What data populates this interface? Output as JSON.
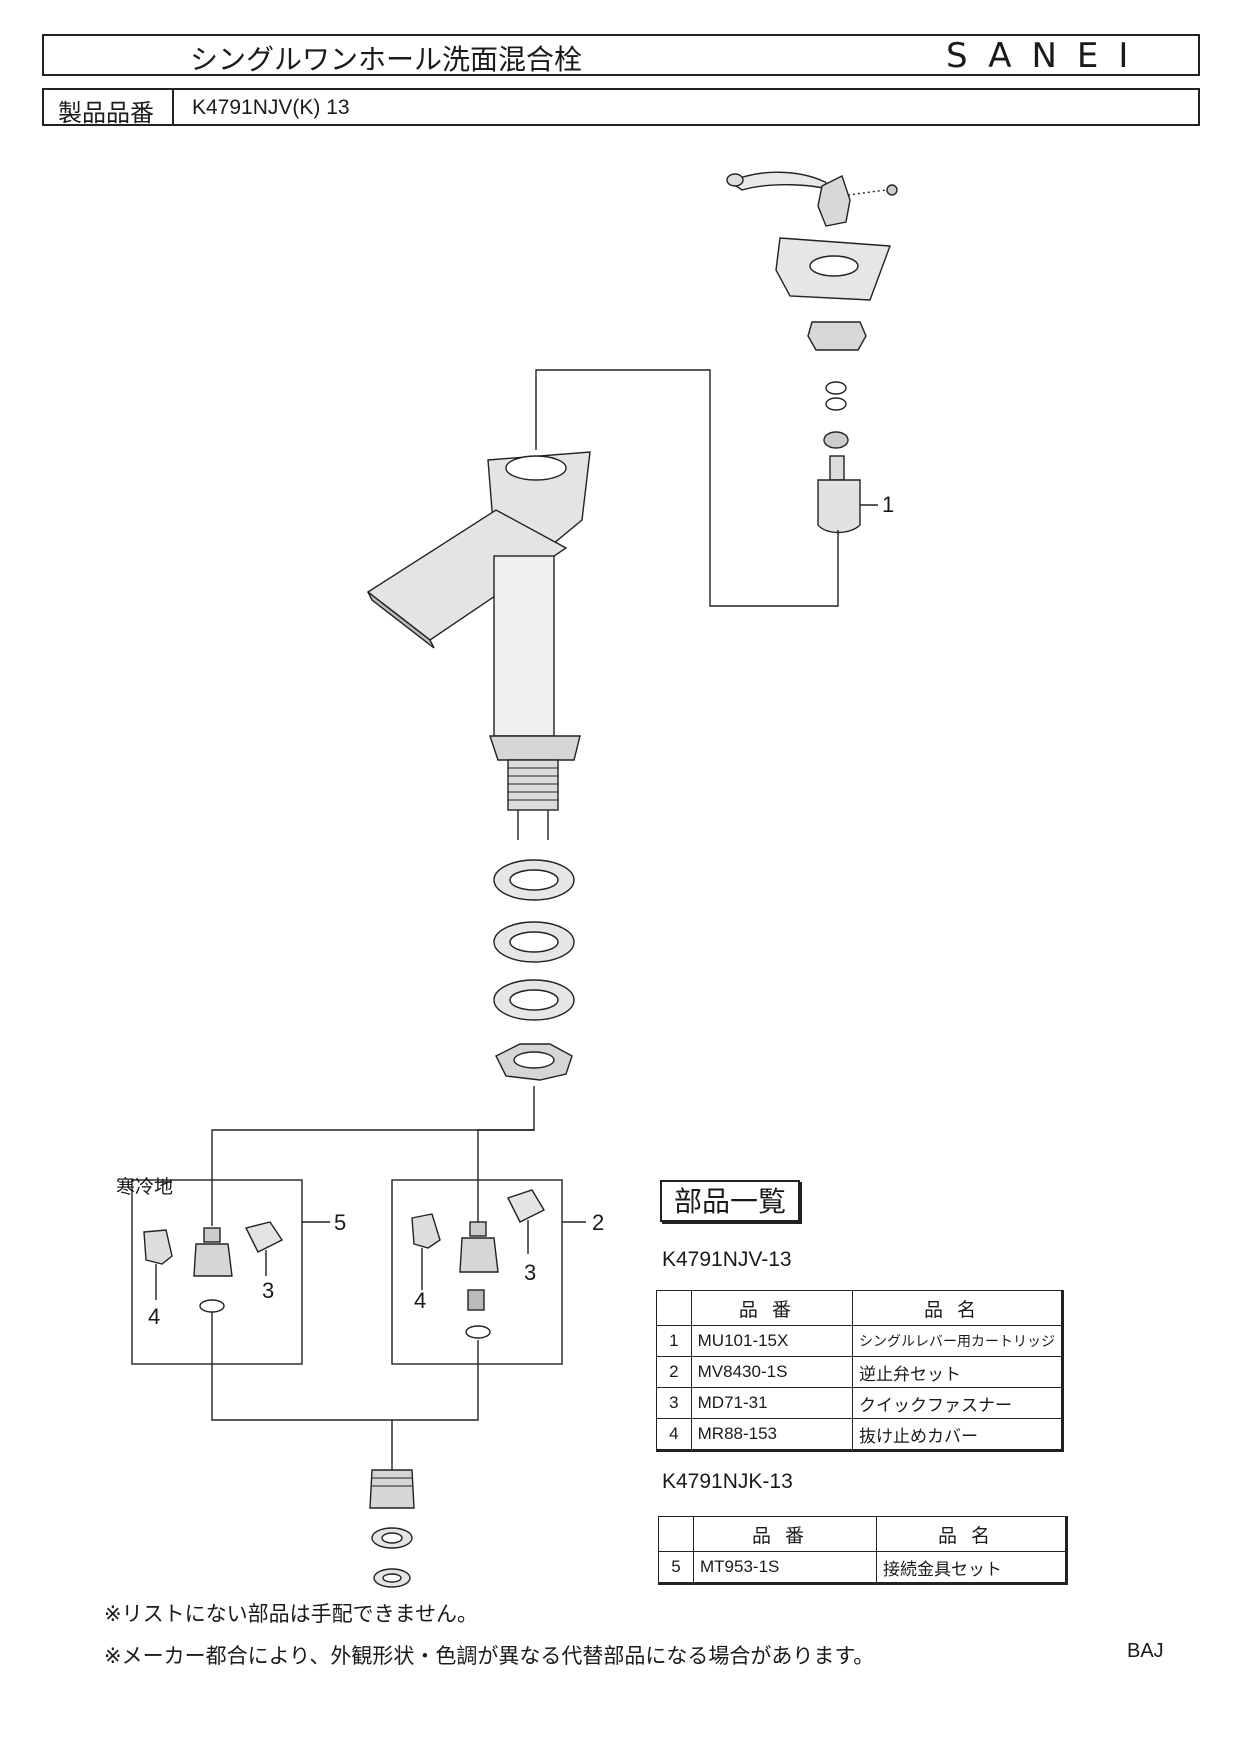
{
  "header": {
    "product_title": "シングルワンホール洗面混合栓",
    "brand": "SANEI",
    "code_label": "製品品番",
    "code_value": "K4791NJV(K)  13"
  },
  "diagram": {
    "callouts": [
      "1",
      "5",
      "2",
      "3",
      "3",
      "4",
      "4"
    ],
    "cold_region_label": "寒冷地"
  },
  "parts_list": {
    "title": "部品一覧",
    "set_a": {
      "code": "K4791NJV-13",
      "headers": [
        "品番",
        "品名"
      ],
      "rows": [
        {
          "no": "1",
          "part": "MU101-15X",
          "name": "シングルレバー用カートリッジ"
        },
        {
          "no": "2",
          "part": "MV8430-1S",
          "name": "逆止弁セット"
        },
        {
          "no": "3",
          "part": "MD71-31",
          "name": "クイックファスナー"
        },
        {
          "no": "4",
          "part": "MR88-153",
          "name": "抜け止めカバー"
        }
      ]
    },
    "set_b": {
      "code": "K4791NJK-13",
      "headers": [
        "品番",
        "品名"
      ],
      "rows": [
        {
          "no": "5",
          "part": "MT953-1S",
          "name": "接続金具セット"
        }
      ]
    }
  },
  "notes": [
    "※リストにない部品は手配できません。",
    "※メーカー都合により、外観形状・色調が異なる代替部品になる場合があります。"
  ],
  "footer_code": "BAJ"
}
